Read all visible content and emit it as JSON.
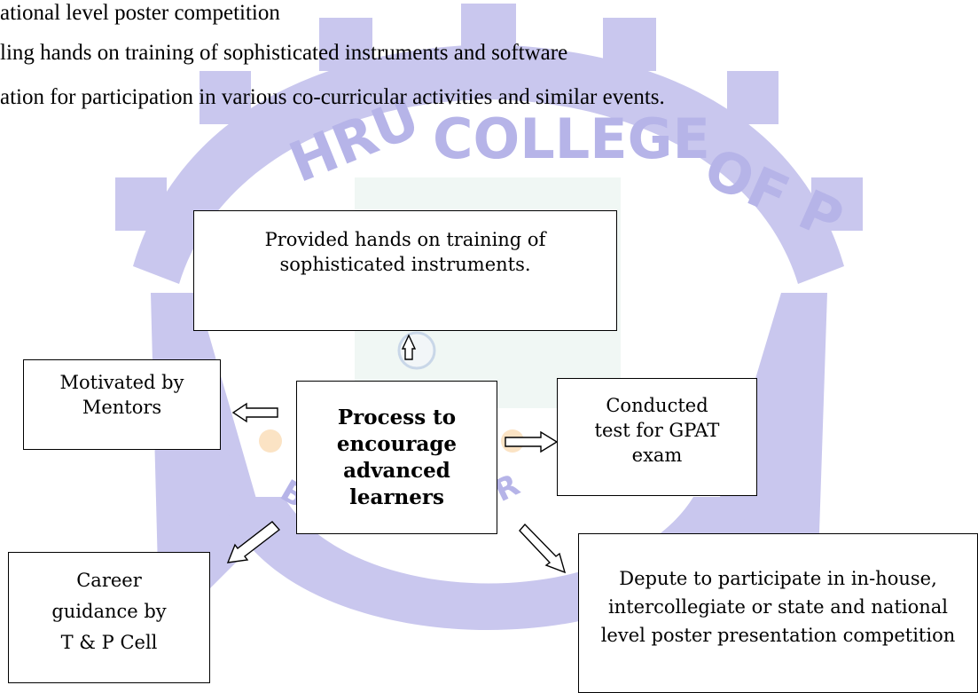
{
  "intro_lines": [
    "ational level poster competition",
    "ling hands on training of sophisticated instruments and software",
    "ation for participation in various co-curricular activities and similar events."
  ],
  "diagram": {
    "center": "Process to encourage advanced learners",
    "top": "Provided hands on training of sophisticated instruments.",
    "left": "Motivated by Mentors",
    "right": "Conducted test for GPAT exam",
    "bottom_left": "Career guidance by T & P Cell",
    "bottom_right": "Depute to participate in in-house, intercollegiate or state and national level poster presentation competition"
  },
  "watermark": {
    "text_top": "HRU COLLEGE OF P",
    "text_bottom": "BU   UR",
    "color": "#c9c7ee",
    "dot_color": "#fbe3c4",
    "accent_color": "#e6f2ec"
  }
}
